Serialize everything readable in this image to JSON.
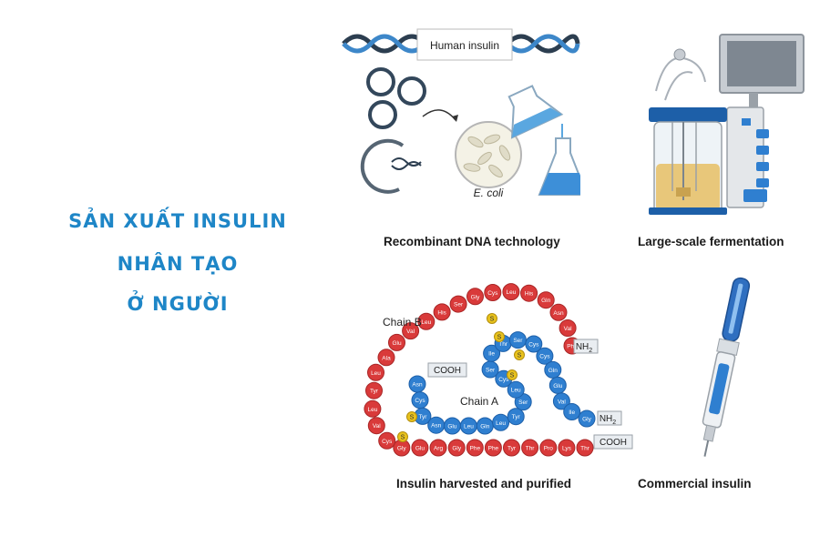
{
  "title": {
    "line1": "SẢN XUẤT INSULIN",
    "line2": "NHÂN TẠO",
    "line3": "Ở NGƯỜI"
  },
  "panels": {
    "dna": {
      "caption": "Recombinant DNA technology",
      "label_human_insulin": "Human insulin",
      "label_ecoli": "E. coli"
    },
    "fermentation": {
      "caption": "Large-scale fermentation"
    },
    "insulin": {
      "caption": "Insulin harvested and purified",
      "chain_b_label": "Chain B",
      "chain_a_label": "Chain A",
      "cooh": "COOH",
      "nh2": "NH",
      "nh2_sub": "2",
      "s_label": "S",
      "chain_b": [
        "Thr",
        "Lys",
        "Pro",
        "Thr",
        "Tyr",
        "Phe",
        "Phe",
        "Gly",
        "Arg",
        "Glu",
        "Gly",
        "Cys",
        "Val",
        "Leu",
        "Tyr",
        "Leu",
        "Ala",
        "Glu",
        "Val",
        "Leu",
        "His",
        "Ser",
        "Gly",
        "Cys",
        "Leu",
        "His",
        "Gln",
        "Asn",
        "Val",
        "Phe"
      ],
      "chain_a": [
        "Asn",
        "Cys",
        "Tyr",
        "Asn",
        "Glu",
        "Leu",
        "Gln",
        "Leu",
        "Tyr",
        "Ser",
        "Leu",
        "Cys",
        "Ser",
        "Ile",
        "Thr",
        "Ser",
        "Cys",
        "Cys",
        "Gln",
        "Glu",
        "Val",
        "Ile",
        "Gly"
      ]
    },
    "pen": {
      "caption": "Commercial insulin"
    }
  },
  "colors": {
    "title": "#1e86c7",
    "chain_b": "#d93a3a",
    "chain_a": "#2f7fd0",
    "disulfide": "#e8c21c"
  }
}
